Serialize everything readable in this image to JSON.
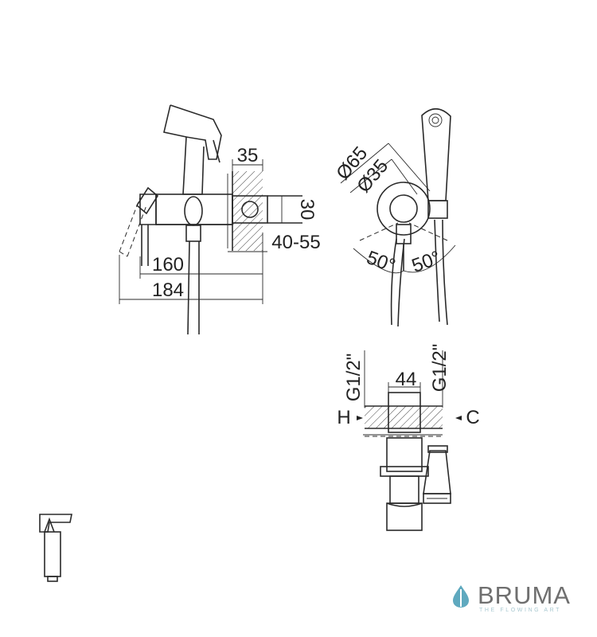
{
  "dimensions": {
    "side_width": "35",
    "side_height": "30",
    "wall_depth": "40-55",
    "depth_160": "160",
    "depth_184": "184",
    "rosette_outer": "Ø65",
    "rosette_inner": "Ø35",
    "angle_left": "50°",
    "angle_right": "50°",
    "body_width": "44",
    "thread_left": "G1/2\"",
    "thread_right": "G1/2\"",
    "hot_label": "H",
    "cold_label": "C"
  },
  "brand": {
    "name": "BRUMA",
    "tagline": "THE FLOWING ART",
    "drop_color": "#5fa9bf"
  }
}
